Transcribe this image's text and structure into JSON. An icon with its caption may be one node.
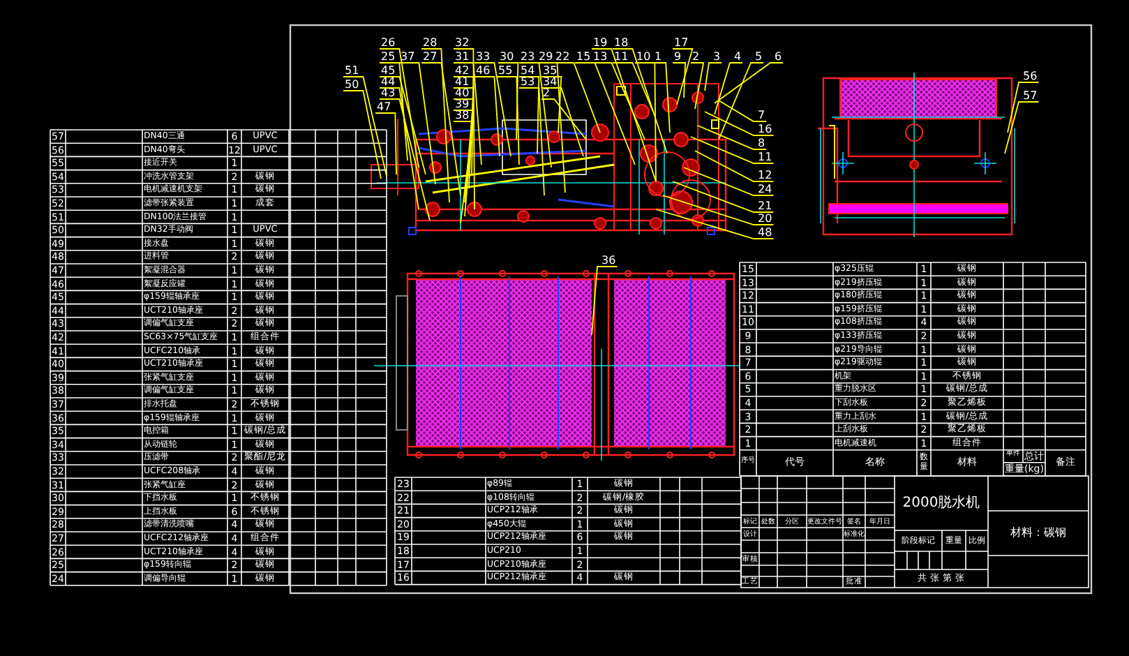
{
  "diagram": {
    "nodes": [
      {
        "text": [
          "26"
        ]
      },
      {
        "text": [
          "28"
        ]
      },
      {
        "text": [
          "32"
        ]
      },
      {
        "text": [
          "19"
        ]
      },
      {
        "text": [
          "18"
        ]
      },
      {
        "text": [
          "17"
        ]
      },
      {
        "text": [
          "25"
        ]
      },
      {
        "text": [
          "37"
        ]
      },
      {
        "text": [
          "27"
        ]
      },
      {
        "text": [
          "31"
        ]
      },
      {
        "text": [
          "33"
        ]
      },
      {
        "text": [
          "30"
        ]
      },
      {
        "text": [
          "23"
        ]
      },
      {
        "text": [
          "29"
        ]
      },
      {
        "text": [
          "22"
        ]
      },
      {
        "text": [
          "15"
        ]
      },
      {
        "text": [
          "13"
        ]
      },
      {
        "text": [
          "11"
        ]
      },
      {
        "text": [
          "10"
        ]
      },
      {
        "text": [
          "1"
        ]
      },
      {
        "text": [
          "9"
        ]
      },
      {
        "text": [
          "2"
        ]
      },
      {
        "text": [
          "3"
        ]
      },
      {
        "text": [
          "4"
        ]
      },
      {
        "text": [
          "5"
        ]
      },
      {
        "text": [
          "6"
        ]
      },
      {
        "text": [
          "51"
        ]
      },
      {
        "text": [
          "50"
        ]
      },
      {
        "text": [
          "45"
        ]
      },
      {
        "text": [
          "42"
        ]
      },
      {
        "text": [
          "46"
        ]
      },
      {
        "text": [
          "55"
        ]
      },
      {
        "text": [
          "54"
        ]
      },
      {
        "text": [
          "35"
        ]
      },
      {
        "text": [
          "44"
        ]
      },
      {
        "text": [
          "41"
        ]
      },
      {
        "text": [
          "53"
        ]
      },
      {
        "text": [
          "34"
        ]
      },
      {
        "text": [
          "43"
        ]
      },
      {
        "text": [
          "40"
        ]
      },
      {
        "text": [
          "2"
        ]
      },
      {
        "text": [
          "47"
        ]
      },
      {
        "text": [
          "39"
        ]
      },
      {
        "text": [
          "38"
        ]
      },
      {
        "text": [
          "7"
        ]
      },
      {
        "text": [
          "16"
        ]
      },
      {
        "text": [
          "8"
        ]
      },
      {
        "text": [
          "11"
        ]
      },
      {
        "text": [
          "12"
        ]
      },
      {
        "text": [
          "24"
        ]
      },
      {
        "text": [
          "21"
        ]
      },
      {
        "text": [
          "20"
        ]
      },
      {
        "text": [
          "48"
        ]
      },
      {
        "text": [
          "36"
        ]
      },
      {
        "text": [
          "56"
        ]
      },
      {
        "text": [
          "57"
        ]
      }
    ],
    "edges": [
      {
        "from": 0,
        "to": null,
        "arrow": "none"
      },
      {
        "from": 1,
        "to": null,
        "arrow": "none"
      },
      {
        "from": 2,
        "to": null,
        "arrow": "none"
      },
      {
        "from": 3,
        "to": null,
        "arrow": "none"
      },
      {
        "from": 4,
        "to": null,
        "arrow": "none"
      },
      {
        "from": 5,
        "to": null,
        "arrow": "none"
      },
      {
        "from": 6,
        "to": null,
        "arrow": "none"
      },
      {
        "from": 7,
        "to": null,
        "arrow": "none"
      },
      {
        "from": 8,
        "to": null,
        "arrow": "none"
      },
      {
        "from": 9,
        "to": null,
        "arrow": "none"
      },
      {
        "from": 10,
        "to": null,
        "arrow": "none"
      },
      {
        "from": 11,
        "to": null,
        "arrow": "none"
      },
      {
        "from": 12,
        "to": null,
        "arrow": "none"
      },
      {
        "from": 13,
        "to": null,
        "arrow": "none"
      },
      {
        "from": 14,
        "to": null,
        "arrow": "none"
      },
      {
        "from": 15,
        "to": null,
        "arrow": "none"
      },
      {
        "from": 16,
        "to": null,
        "arrow": "none"
      },
      {
        "from": 17,
        "to": null,
        "arrow": "none"
      },
      {
        "from": 18,
        "to": null,
        "arrow": "none"
      },
      {
        "from": 19,
        "to": null,
        "arrow": "none"
      },
      {
        "from": 20,
        "to": null,
        "arrow": "none"
      },
      {
        "from": 21,
        "to": null,
        "arrow": "none"
      },
      {
        "from": 22,
        "to": null,
        "arrow": "none"
      },
      {
        "from": 23,
        "to": null,
        "arrow": "none"
      },
      {
        "from": 24,
        "to": null,
        "arrow": "none"
      },
      {
        "from": 25,
        "to": null,
        "arrow": "none"
      },
      {
        "from": 26,
        "to": null,
        "arrow": "none"
      },
      {
        "from": 27,
        "to": null,
        "arrow": "none"
      },
      {
        "from": 28,
        "to": null,
        "arrow": "none"
      },
      {
        "from": 29,
        "to": null,
        "arrow": "none"
      },
      {
        "from": 30,
        "to": null,
        "arrow": "none"
      },
      {
        "from": 31,
        "to": null,
        "arrow": "none"
      },
      {
        "from": 32,
        "to": null,
        "arrow": "none"
      },
      {
        "from": 33,
        "to": null,
        "arrow": "none"
      },
      {
        "from": 34,
        "to": null,
        "arrow": "none"
      },
      {
        "from": 35,
        "to": null,
        "arrow": "none"
      },
      {
        "from": 36,
        "to": null,
        "arrow": "none"
      },
      {
        "from": 37,
        "to": null,
        "arrow": "none"
      },
      {
        "from": 38,
        "to": null,
        "arrow": "none"
      },
      {
        "from": 39,
        "to": null,
        "arrow": "none"
      },
      {
        "from": 40,
        "to": null,
        "arrow": "none"
      },
      {
        "from": 41,
        "to": null,
        "arrow": "none"
      },
      {
        "from": 42,
        "to": null,
        "arrow": "none"
      },
      {
        "from": 43,
        "to": null,
        "arrow": "none"
      },
      {
        "from": 44,
        "to": null,
        "arrow": "none"
      },
      {
        "from": 45,
        "to": null,
        "arrow": "none"
      },
      {
        "from": 46,
        "to": null,
        "arrow": "none"
      },
      {
        "from": 47,
        "to": null,
        "arrow": "none"
      },
      {
        "from": 48,
        "to": null,
        "arrow": "none"
      },
      {
        "from": 49,
        "to": null,
        "arrow": "none"
      },
      {
        "from": 50,
        "to": null,
        "arrow": "none"
      },
      {
        "from": 51,
        "to": null,
        "arrow": "none"
      },
      {
        "from": 52,
        "to": null,
        "arrow": "none"
      },
      {
        "from": 53,
        "to": null,
        "arrow": "none"
      },
      {
        "from": 54,
        "to": null,
        "arrow": "none"
      },
      {
        "from": 55,
        "to": null,
        "arrow": "none"
      }
    ],
    "labels": [
      "57",
      "DN40三通",
      "6",
      "UPVC",
      "56",
      "DN40弯头",
      "12",
      "UPVC",
      "55",
      "接近开关",
      "1",
      "54",
      "冲洗水管支架",
      "2",
      "碳钢",
      "53",
      "电机减速机支架",
      "1",
      "碳钢",
      "52",
      "滤带张紧装置",
      "1",
      "成套",
      "51",
      "DN100法兰接管",
      "1",
      "50",
      "DN32手动阀",
      "1",
      "UPVC",
      "49",
      "接水盘",
      "1",
      "碳钢",
      "48",
      "进料管",
      "2",
      "碳钢",
      "47",
      "絮凝混合器",
      "1",
      "碳钢",
      "46",
      "絮凝反应罐",
      "1",
      "碳钢",
      "45",
      "φ159辊轴承座",
      "1",
      "碳钢",
      "44",
      "UCT210轴承座",
      "2",
      "碳钢",
      "43",
      "调偏气缸支座",
      "2",
      "碳钢",
      "42",
      "SC63×75气缸支座",
      "1",
      "组合件",
      "41",
      "UCFC210轴承",
      "1",
      "碳钢",
      "40",
      "UCT210轴承座",
      "1",
      "碳钢",
      "39",
      "张紧气缸支座",
      "1",
      "碳钢",
      "38",
      "调偏气缸支座",
      "1",
      "碳钢",
      "37",
      "排水托盘",
      "2",
      "不锈钢",
      "36",
      "φ159辊轴承座",
      "1",
      "碳钢",
      "35",
      "电控箱",
      "1",
      "碳钢/总成",
      "34",
      "从动链轮",
      "1",
      "碳钢",
      "33",
      "压滤带",
      "2",
      "聚酯/尼龙",
      "32",
      "UCFC208轴承",
      "4",
      "碳钢",
      "31",
      "张紧气缸座",
      "2",
      "碳钢",
      "30",
      "下挡水板",
      "1",
      "不锈钢",
      "29",
      "上挡水板",
      "6",
      "不锈钢",
      "28",
      "滤带清洗喷嘴",
      "4",
      "碳钢",
      "27",
      "UCFC212轴承座",
      "4",
      "组合件",
      "26",
      "UCT210轴承座",
      "4",
      "碳钢",
      "25",
      "φ159转向辊",
      "2",
      "碳钢",
      "24",
      "调偏导向辊",
      "1",
      "碳钢",
      "15",
      "φ325压辊",
      "1",
      "碳钢",
      "13",
      "φ219挤压辊",
      "1",
      "碳钢",
      "12",
      "φ180挤压辊",
      "1",
      "碳钢",
      "11",
      "φ159挤压辊",
      "1",
      "碳钢",
      "10",
      "φ108挤压辊",
      "4",
      "碳钢",
      "9",
      "φ133挤压辊",
      "2",
      "碳钢",
      "8",
      "φ219导向辊",
      "1",
      "碳钢",
      "7",
      "φ219驱动辊",
      "1",
      "碳钢",
      "6",
      "机架",
      "1",
      "不锈钢",
      "5",
      "重力脱水区",
      "1",
      "碳钢/总成",
      "4",
      "下刮水板",
      "2",
      "聚乙烯板",
      "3",
      "重力上刮水",
      "1",
      "碳钢/总成",
      "2",
      "上刮水板",
      "2",
      "聚乙烯板",
      "1",
      "电机减速机",
      "1",
      "组合件",
      "序号",
      "代号",
      "名称",
      "数量",
      "材料",
      "单件",
      "总计",
      "重量(kg)",
      "备注",
      "23",
      "φ89辊",
      "1",
      "碳钢",
      "22",
      "φ108转向辊",
      "2",
      "碳钢/橡胶",
      "21",
      "UCP212轴承",
      "2",
      "碳钢",
      "20",
      "φ450大辊",
      "1",
      "碳钢",
      "19",
      "UCP212轴承座",
      "6",
      "碳钢",
      "18",
      "UCP210",
      "1",
      "17",
      "UCP210轴承座",
      "2",
      "16",
      "UCP212轴承座",
      "4",
      "碳钢",
      "2000脱水机",
      "标记",
      "处数",
      "分区",
      "更改文件号",
      "签名",
      "年月日",
      "设计",
      "标准化",
      "审核",
      "工艺",
      "批准",
      "阶段标记",
      "重量",
      "比例",
      "共 张 第 张",
      "材料：碳钢"
    ]
  }
}
